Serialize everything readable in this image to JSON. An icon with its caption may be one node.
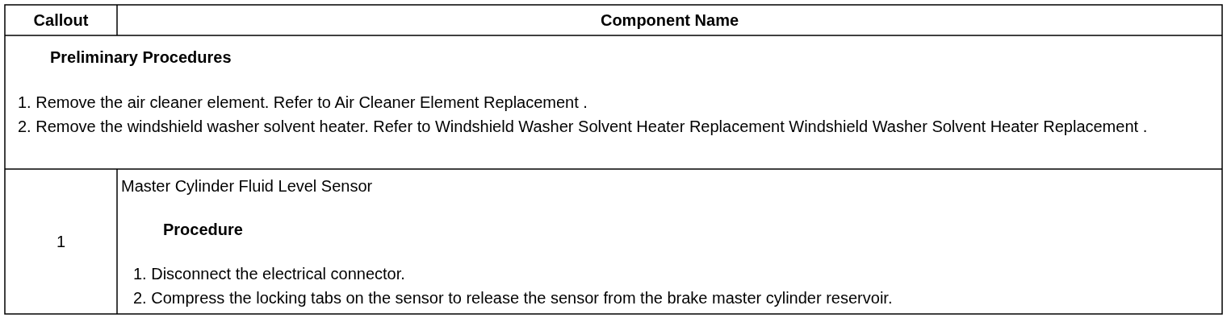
{
  "diagram": {
    "labels": [
      "Callout",
      "Component Name",
      "Preliminary Procedures",
      "1. Remove the air cleaner element. Refer to Air Cleaner Element Replacement .",
      "2. Remove the windshield washer solvent heater. Refer to Windshield Washer Solvent Heater Replacement Windshield Washer Solvent Heater Replacement .",
      "1",
      "Master Cylinder Fluid Level Sensor",
      "Procedure",
      "1. Disconnect the electrical connector.",
      "2. Compress the locking tabs on the sensor to release the sensor from the brake master cylinder reservoir."
    ]
  }
}
